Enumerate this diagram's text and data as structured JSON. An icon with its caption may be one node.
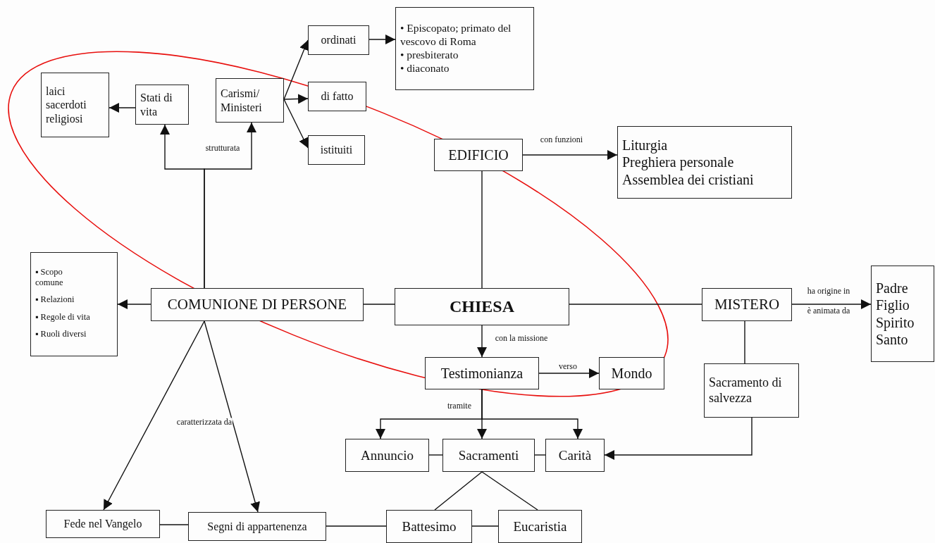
{
  "diagram": {
    "nodes": [
      {
        "text": [
          "laici sacerdoti religiosi"
        ]
      },
      {
        "text": [
          "Stati di vita"
        ]
      },
      {
        "text": [
          "Carismi/ Ministeri"
        ]
      },
      {
        "text": [
          "ordinati"
        ]
      },
      {
        "text": [
          "di fatto"
        ]
      },
      {
        "text": [
          "istituiti"
        ]
      },
      {
        "text": [
          "• Episcopato; primato del vescovo di Roma",
          "• presbiterato",
          "• diaconato"
        ]
      },
      {
        "text": [
          "EDIFICIO"
        ]
      },
      {
        "text": [
          "Liturgia",
          "Preghiera personale",
          "Assemblea dei cristiani"
        ]
      },
      {
        "text": [
          "▪ Scopo comune",
          "▪ Relazioni",
          "▪ Regole di vita",
          "▪ Ruoli diversi"
        ]
      },
      {
        "text": [
          "COMUNIONE DI PERSONE"
        ]
      },
      {
        "text": [
          "CHIESA"
        ]
      },
      {
        "text": [
          "MISTERO"
        ]
      },
      {
        "text": [
          "Padre Figlio Spirito Santo"
        ]
      },
      {
        "text": [
          "Testimonianza"
        ]
      },
      {
        "text": [
          "Mondo"
        ]
      },
      {
        "text": [
          "Sacramento di salvezza"
        ]
      },
      {
        "text": [
          "Annuncio"
        ]
      },
      {
        "text": [
          "Sacramenti"
        ]
      },
      {
        "text": [
          "Carità"
        ]
      },
      {
        "text": [
          "Fede nel Vangelo"
        ]
      },
      {
        "text": [
          "Segni di appartenenza"
        ]
      },
      {
        "text": [
          "Battesimo"
        ]
      },
      {
        "text": [
          "Eucaristia"
        ]
      }
    ],
    "edges": [
      {
        "from": 1,
        "to": 0,
        "arrow": "to"
      },
      {
        "from": 10,
        "to": 1,
        "arrow": "to",
        "label": "strutturata"
      },
      {
        "from": 10,
        "to": 2,
        "arrow": "to"
      },
      {
        "from": 2,
        "to": 3,
        "arrow": "to"
      },
      {
        "from": 2,
        "to": 4,
        "arrow": "to"
      },
      {
        "from": 2,
        "to": 5,
        "arrow": "to"
      },
      {
        "from": 3,
        "to": 6,
        "arrow": "to"
      },
      {
        "from": 7,
        "to": 8,
        "arrow": "to",
        "label": "con funzioni"
      },
      {
        "from": 7,
        "to": 11,
        "arrow": "none"
      },
      {
        "from": 10,
        "to": 9,
        "arrow": "to"
      },
      {
        "from": 10,
        "to": 11,
        "arrow": "none"
      },
      {
        "from": 11,
        "to": 12,
        "arrow": "none"
      },
      {
        "from": 12,
        "to": 13,
        "arrow": "to",
        "label": "ha origine in"
      },
      {
        "from": 11,
        "to": 14,
        "arrow": "to",
        "label": "con la missione"
      },
      {
        "from": 14,
        "to": 15,
        "arrow": "to",
        "label": "verso"
      },
      {
        "from": 14,
        "to": 17,
        "arrow": "to",
        "label": "tramite"
      },
      {
        "from": 14,
        "to": 18,
        "arrow": "to"
      },
      {
        "from": 14,
        "to": 19,
        "arrow": "to"
      },
      {
        "from": 12,
        "to": 16,
        "arrow": "none"
      },
      {
        "from": 16,
        "to": 19,
        "arrow": "to"
      },
      {
        "from": 17,
        "to": 18,
        "arrow": "none"
      },
      {
        "from": 18,
        "to": 19,
        "arrow": "none"
      },
      {
        "from": 18,
        "to": 22,
        "arrow": "none"
      },
      {
        "from": 18,
        "to": 23,
        "arrow": "none"
      },
      {
        "from": 10,
        "to": 20,
        "arrow": "to"
      },
      {
        "from": 10,
        "to": 21,
        "arrow": "to",
        "label": "caratterizzata da"
      },
      {
        "from": 20,
        "to": 21,
        "arrow": "none"
      },
      {
        "from": 21,
        "to": 22,
        "arrow": "none"
      },
      {
        "from": 22,
        "to": 23,
        "arrow": "none"
      }
    ],
    "labels": [
      "è animata da"
    ]
  }
}
